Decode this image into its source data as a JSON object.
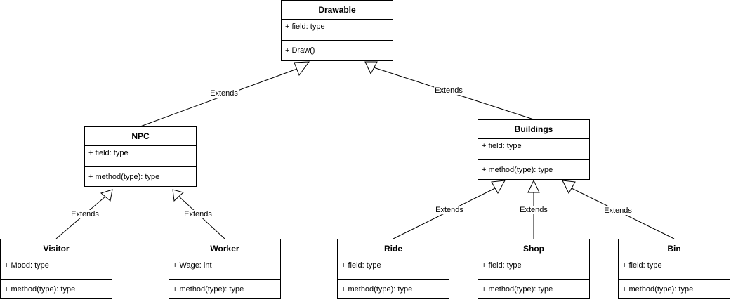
{
  "classes": {
    "drawable": {
      "name": "Drawable",
      "field": "+ field: type",
      "method": "+ Draw()"
    },
    "npc": {
      "name": "NPC",
      "field": "+ field: type",
      "method": "+ method(type): type"
    },
    "buildings": {
      "name": "Buildings",
      "field": "+ field: type",
      "method": "+ method(type): type"
    },
    "visitor": {
      "name": "Visitor",
      "field": "+ Mood: type",
      "method": "+ method(type): type"
    },
    "worker": {
      "name": "Worker",
      "field": "+ Wage: int",
      "method": "+ method(type): type"
    },
    "ride": {
      "name": "Ride",
      "field": "+ field: type",
      "method": "+ method(type): type"
    },
    "shop": {
      "name": "Shop",
      "field": "+ field: type",
      "method": "+ method(type): type"
    },
    "bin": {
      "name": "Bin",
      "field": "+ field: type",
      "method": "+ method(type): type"
    }
  },
  "edges": {
    "npc_drawable": "Extends",
    "buildings_drawable": "Extends",
    "visitor_npc": "Extends",
    "worker_npc": "Extends",
    "ride_buildings": "Extends",
    "shop_buildings": "Extends",
    "bin_buildings": "Extends"
  }
}
